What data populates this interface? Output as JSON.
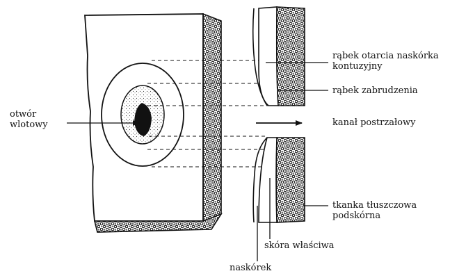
{
  "diagram": {
    "labels": {
      "entry_wound_line1": "otwór",
      "entry_wound_line2": "wlotowy",
      "abrasion_ring_line1": "rąbek otarcia naskórka",
      "abrasion_ring_line2": "kontuzyjny",
      "contamination_ring": "rąbek zabrudzenia",
      "wound_channel": "kanał postrzałowy",
      "subcutaneous_fat_line1": "tkanka tłuszczowa",
      "subcutaneous_fat_line2": "podskórna",
      "dermis": "skóra właściwa",
      "epidermis": "naskórek"
    },
    "colors": {
      "ink": "#111111",
      "paper": "#ffffff"
    }
  }
}
